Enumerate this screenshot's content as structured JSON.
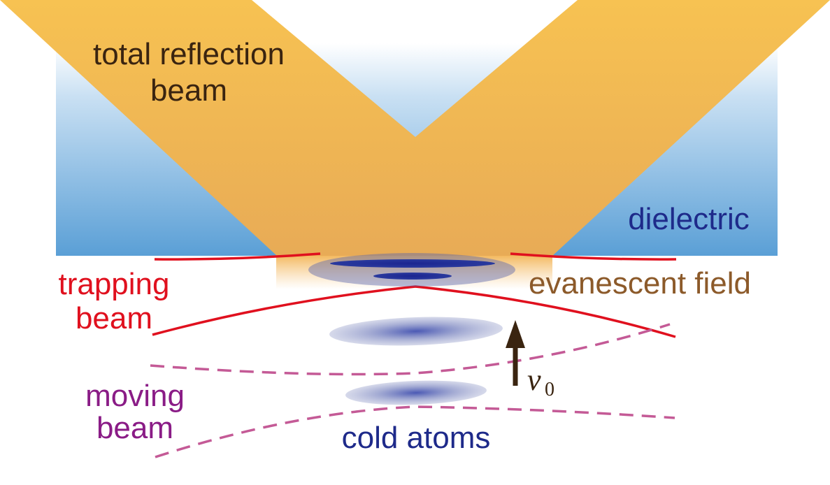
{
  "labels": {
    "total_reflection_line1": "total reflection",
    "total_reflection_line2": "beam",
    "dielectric": "dielectric",
    "trapping_line1": "trapping",
    "trapping_line2": "beam",
    "evanescent": "evanescent field",
    "moving_line1": "moving",
    "moving_line2": "beam",
    "cold_atoms": "cold atoms",
    "velocity_symbol": "v",
    "velocity_subscript": "0"
  },
  "colors": {
    "reflection_beam": "#F2B650",
    "dielectric_top": "#FFFFFF",
    "dielectric_bottom": "#5A9FD6",
    "trapping_beam": "#E0101E",
    "moving_beam": "#C45A96",
    "atoms": "#2B3A9A",
    "arrow": "#3A2410",
    "label_reflection": "#3A2410",
    "label_dielectric": "#1E2A8A",
    "label_trapping": "#E0101E",
    "label_evanescent": "#8C5A2A",
    "label_moving": "#8A1C86",
    "label_atoms": "#1E2A8A"
  }
}
